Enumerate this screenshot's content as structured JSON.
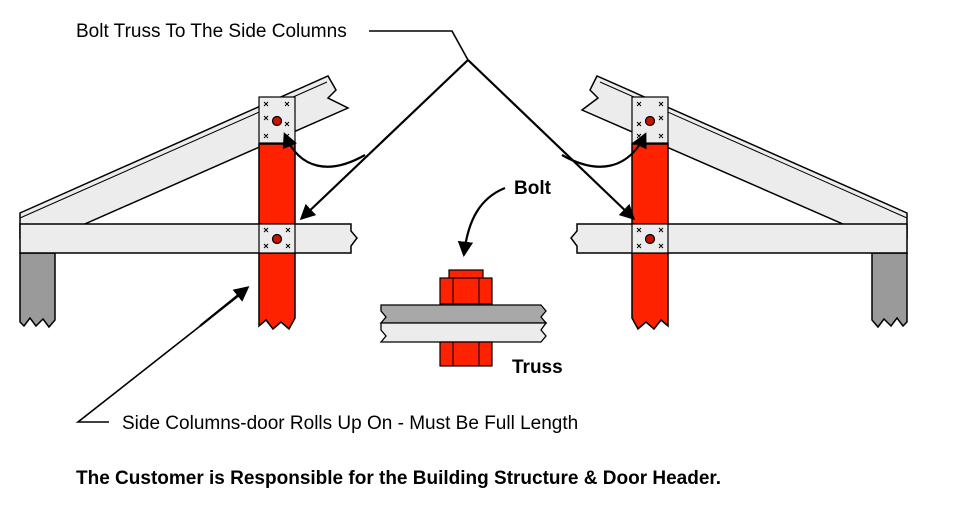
{
  "labels": {
    "bolt_truss": "Bolt Truss To The Side Columns",
    "bolt": "Bolt",
    "truss": "Truss",
    "side_columns": "Side Columns-door Rolls Up On - Must Be Full Length"
  },
  "footer": {
    "note": "The Customer is Responsible for the Building Structure & Door Header."
  },
  "colors": {
    "column": "#ff2200",
    "wood": "#ececec",
    "post": "#9a9a9a",
    "outline": "#000000",
    "bolt_hole": "#cc1100"
  }
}
